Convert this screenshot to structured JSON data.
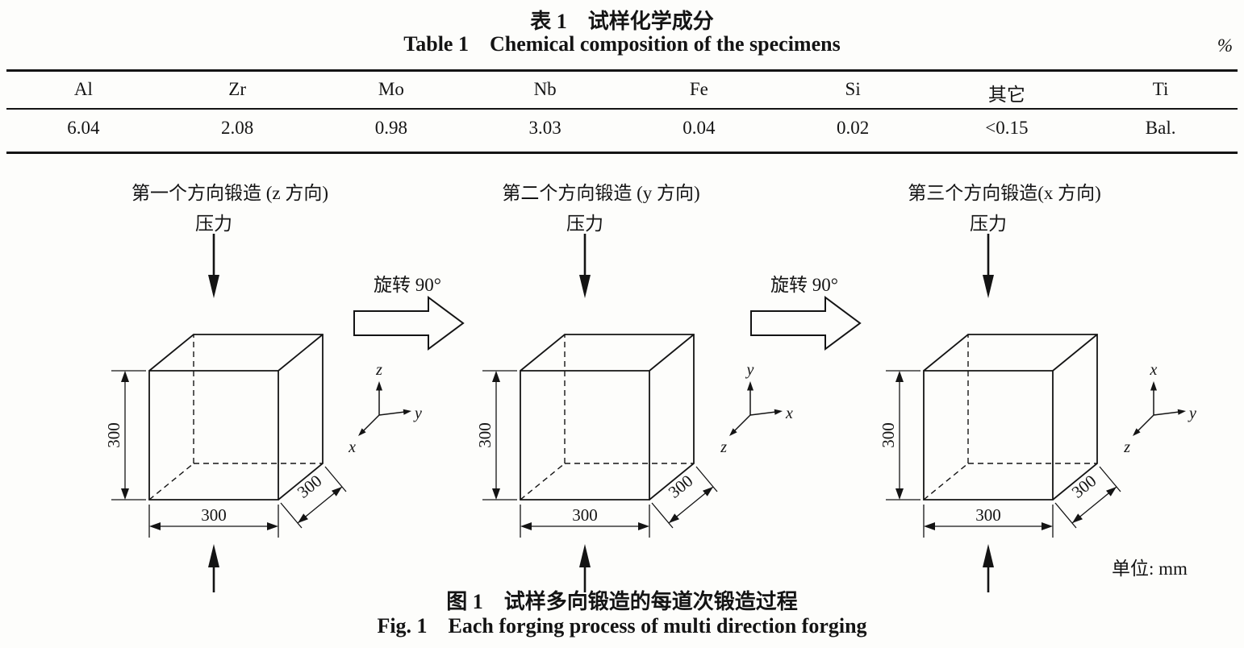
{
  "table": {
    "title_zh": "表 1 试样化学成分",
    "title_en": "Table 1 Chemical composition of the specimens",
    "unit": "%",
    "columns": [
      "Al",
      "Zr",
      "Mo",
      "Nb",
      "Fe",
      "Si",
      "其它",
      "Ti"
    ],
    "rows": [
      [
        "6.04",
        "2.08",
        "0.98",
        "3.03",
        "0.04",
        "0.02",
        "<0.15",
        "Bal."
      ]
    ]
  },
  "figure": {
    "panels": [
      {
        "title": "第一个方向锻造 (z 方向)",
        "pressure": "压力",
        "dim_height": "300",
        "dim_width": "300",
        "dim_depth": "300",
        "axis": {
          "up": "z",
          "side": "y",
          "diag": "x"
        }
      },
      {
        "title": "第二个方向锻造 (y 方向)",
        "pressure": "压力",
        "dim_height": "300",
        "dim_width": "300",
        "dim_depth": "300",
        "axis": {
          "up": "y",
          "side": "x",
          "diag": "z"
        }
      },
      {
        "title": "第三个方向锻造(x 方向)",
        "pressure": "压力",
        "dim_height": "300",
        "dim_width": "300",
        "dim_depth": "300",
        "axis": {
          "up": "x",
          "side": "y",
          "diag": "z"
        }
      }
    ],
    "rotate_label_1": "旋转 90°",
    "rotate_label_2": "旋转 90°",
    "unit_note": "单位: mm",
    "caption_zh": "图 1 试样多向锻造的每道次锻造过程",
    "caption_en": "Fig. 1 Each forging process of multi direction forging"
  }
}
